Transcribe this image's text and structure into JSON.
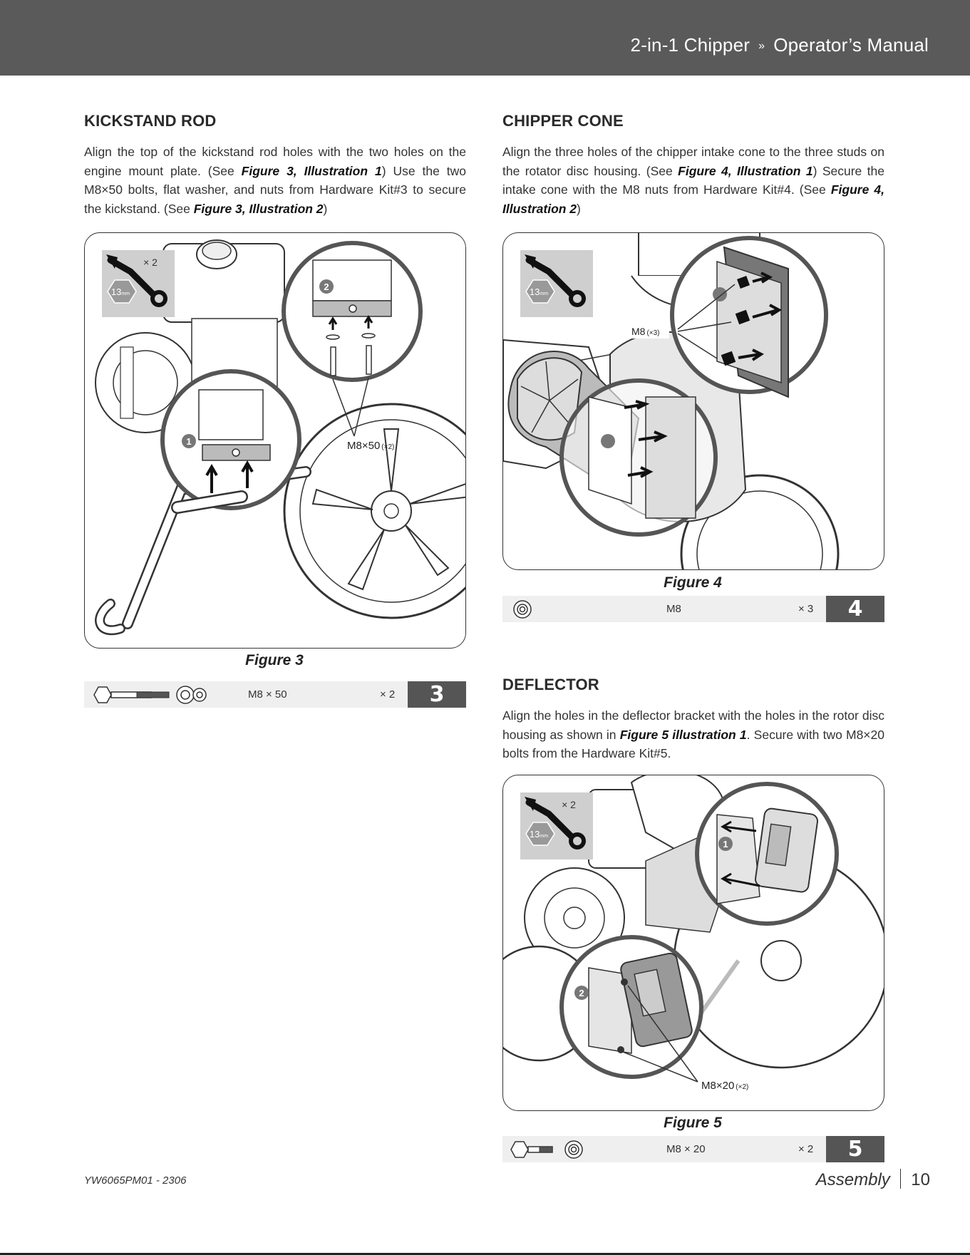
{
  "header": {
    "product": "2-in-1 Chipper",
    "separator": "»",
    "manual": "Operator’s Manual"
  },
  "kickstand": {
    "title": "KICKSTAND ROD",
    "p1": "Align the top of the kickstand rod holes with the two holes on the engine mount plate. (See ",
    "ref1": "Figure 3, Illustration 1",
    "p2": ") Use the two M8×50 bolts, flat washer, and nuts from Hardware Kit#3 to secure the kickstand. (See ",
    "ref2": "Figure 3, Illustration 2",
    "p3": ")",
    "tool_qty": "× 2",
    "tool_size": "13",
    "tool_unit": "mm",
    "callout_1": "1",
    "callout_2": "2",
    "label": "M8×50",
    "label_qty": "(×2)",
    "caption": "Figure 3",
    "hardware": {
      "desc": "M8 × 50",
      "qty": "× 2",
      "kit": "3"
    }
  },
  "cone": {
    "title": "CHIPPER CONE",
    "p1": "Align the three holes of the chipper intake cone to the three studs on the rotator disc housing. (See ",
    "ref1": "Figure 4, Illustration 1",
    "p2": ") Secure the intake cone with the M8 nuts from Hardware Kit#4. (See ",
    "ref2": "Figure 4, Illustration 2",
    "p3": ")",
    "tool_size": "13",
    "tool_unit": "mm",
    "label": "M8",
    "label_qty": "(×3)",
    "caption": "Figure 4",
    "hardware": {
      "desc": "M8",
      "qty": "× 3",
      "kit": "4"
    }
  },
  "deflector": {
    "title": "DEFLECTOR",
    "p1": "Align the holes in the deflector bracket with the holes in the rotor disc housing as shown in ",
    "ref1": "Figure 5 illustration 1",
    "p2": ". Secure with two M8×20 bolts from the Hardware Kit#5.",
    "tool_qty": "× 2",
    "tool_size": "13",
    "tool_unit": "mm",
    "callout_1": "1",
    "callout_2": "2",
    "label": "M8×20",
    "label_qty": "(×2)",
    "caption": "Figure 5",
    "hardware": {
      "desc": "M8 × 20",
      "qty": "× 2",
      "kit": "5"
    }
  },
  "footer": {
    "doc_code": "YW6065PM01 - 2306",
    "section": "Assembly",
    "page": "10"
  }
}
